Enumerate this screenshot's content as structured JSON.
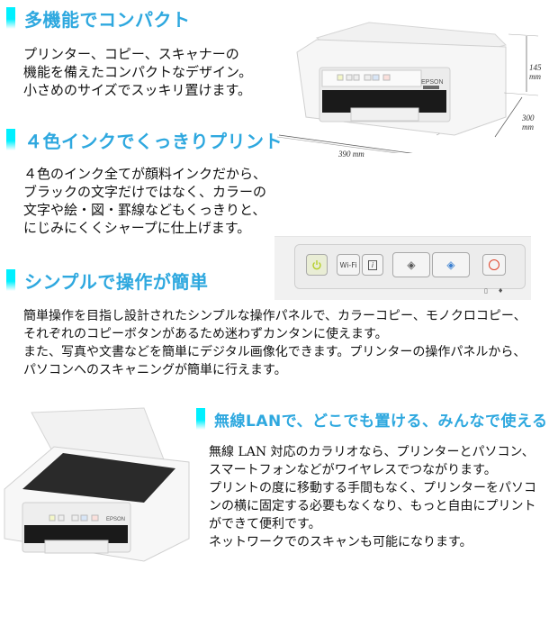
{
  "sections": [
    {
      "heading": "多機能でコンパクト",
      "lines": [
        "プリンター、コピー、スキャナーの",
        "機能を備えたコンパクトなデザイン。",
        "小さめのサイズでスッキリ置けます。"
      ]
    },
    {
      "heading": "４色インクでくっきりプリント",
      "lines": [
        "４色のインク全てが顔料インクだから、",
        "ブラックの文字だけではなく、カラーの",
        "文字や絵・図・罫線などもくっきりと、",
        "にじみにくくシャープに仕上げます。"
      ]
    },
    {
      "heading": "シンプルで操作が簡単",
      "lines": [
        "簡単操作を目指し設計されたシンプルな操作パネルで、カラーコピー、モノクロコピー、",
        "それぞれのコピーボタンがあるため迷わずカンタンに使えます。",
        "また、写真や文書などを簡単にデジタル画像化できます。プリンターの操作パネルから、",
        "パソコンへのスキャニングが簡単に行えます。"
      ]
    },
    {
      "heading": "無線LANで、どこでも置ける、みんなで使える",
      "lines": [
        "無線 LAN 対応のカラリオなら、プリンターとパソコン、",
        "スマートフォンなどがワイヤレスでつながります。",
        "プリントの度に移動する手間もなく、プリンターをパソコ",
        "ンの横に固定する必要もなくなり、もっと自由にプリント",
        "ができて便利です。",
        "ネットワークでのスキャンも可能になります。"
      ]
    }
  ],
  "printer_image": {
    "brand": "EPSON",
    "dimensions": {
      "height": "145 mm",
      "depth": "300 mm",
      "width": "390 mm"
    }
  },
  "control_panel": {
    "buttons": [
      {
        "name": "power",
        "label": ""
      },
      {
        "name": "wifi",
        "label": "Wi-Fi"
      },
      {
        "name": "network-info",
        "label": "i"
      },
      {
        "name": "mono-copy",
        "label": ""
      },
      {
        "name": "color-copy",
        "label": ""
      },
      {
        "name": "stop",
        "label": ""
      }
    ]
  },
  "colors": {
    "heading": "#2ea8df",
    "accent_bar": "#00f0ff",
    "body_text": "#111111"
  }
}
